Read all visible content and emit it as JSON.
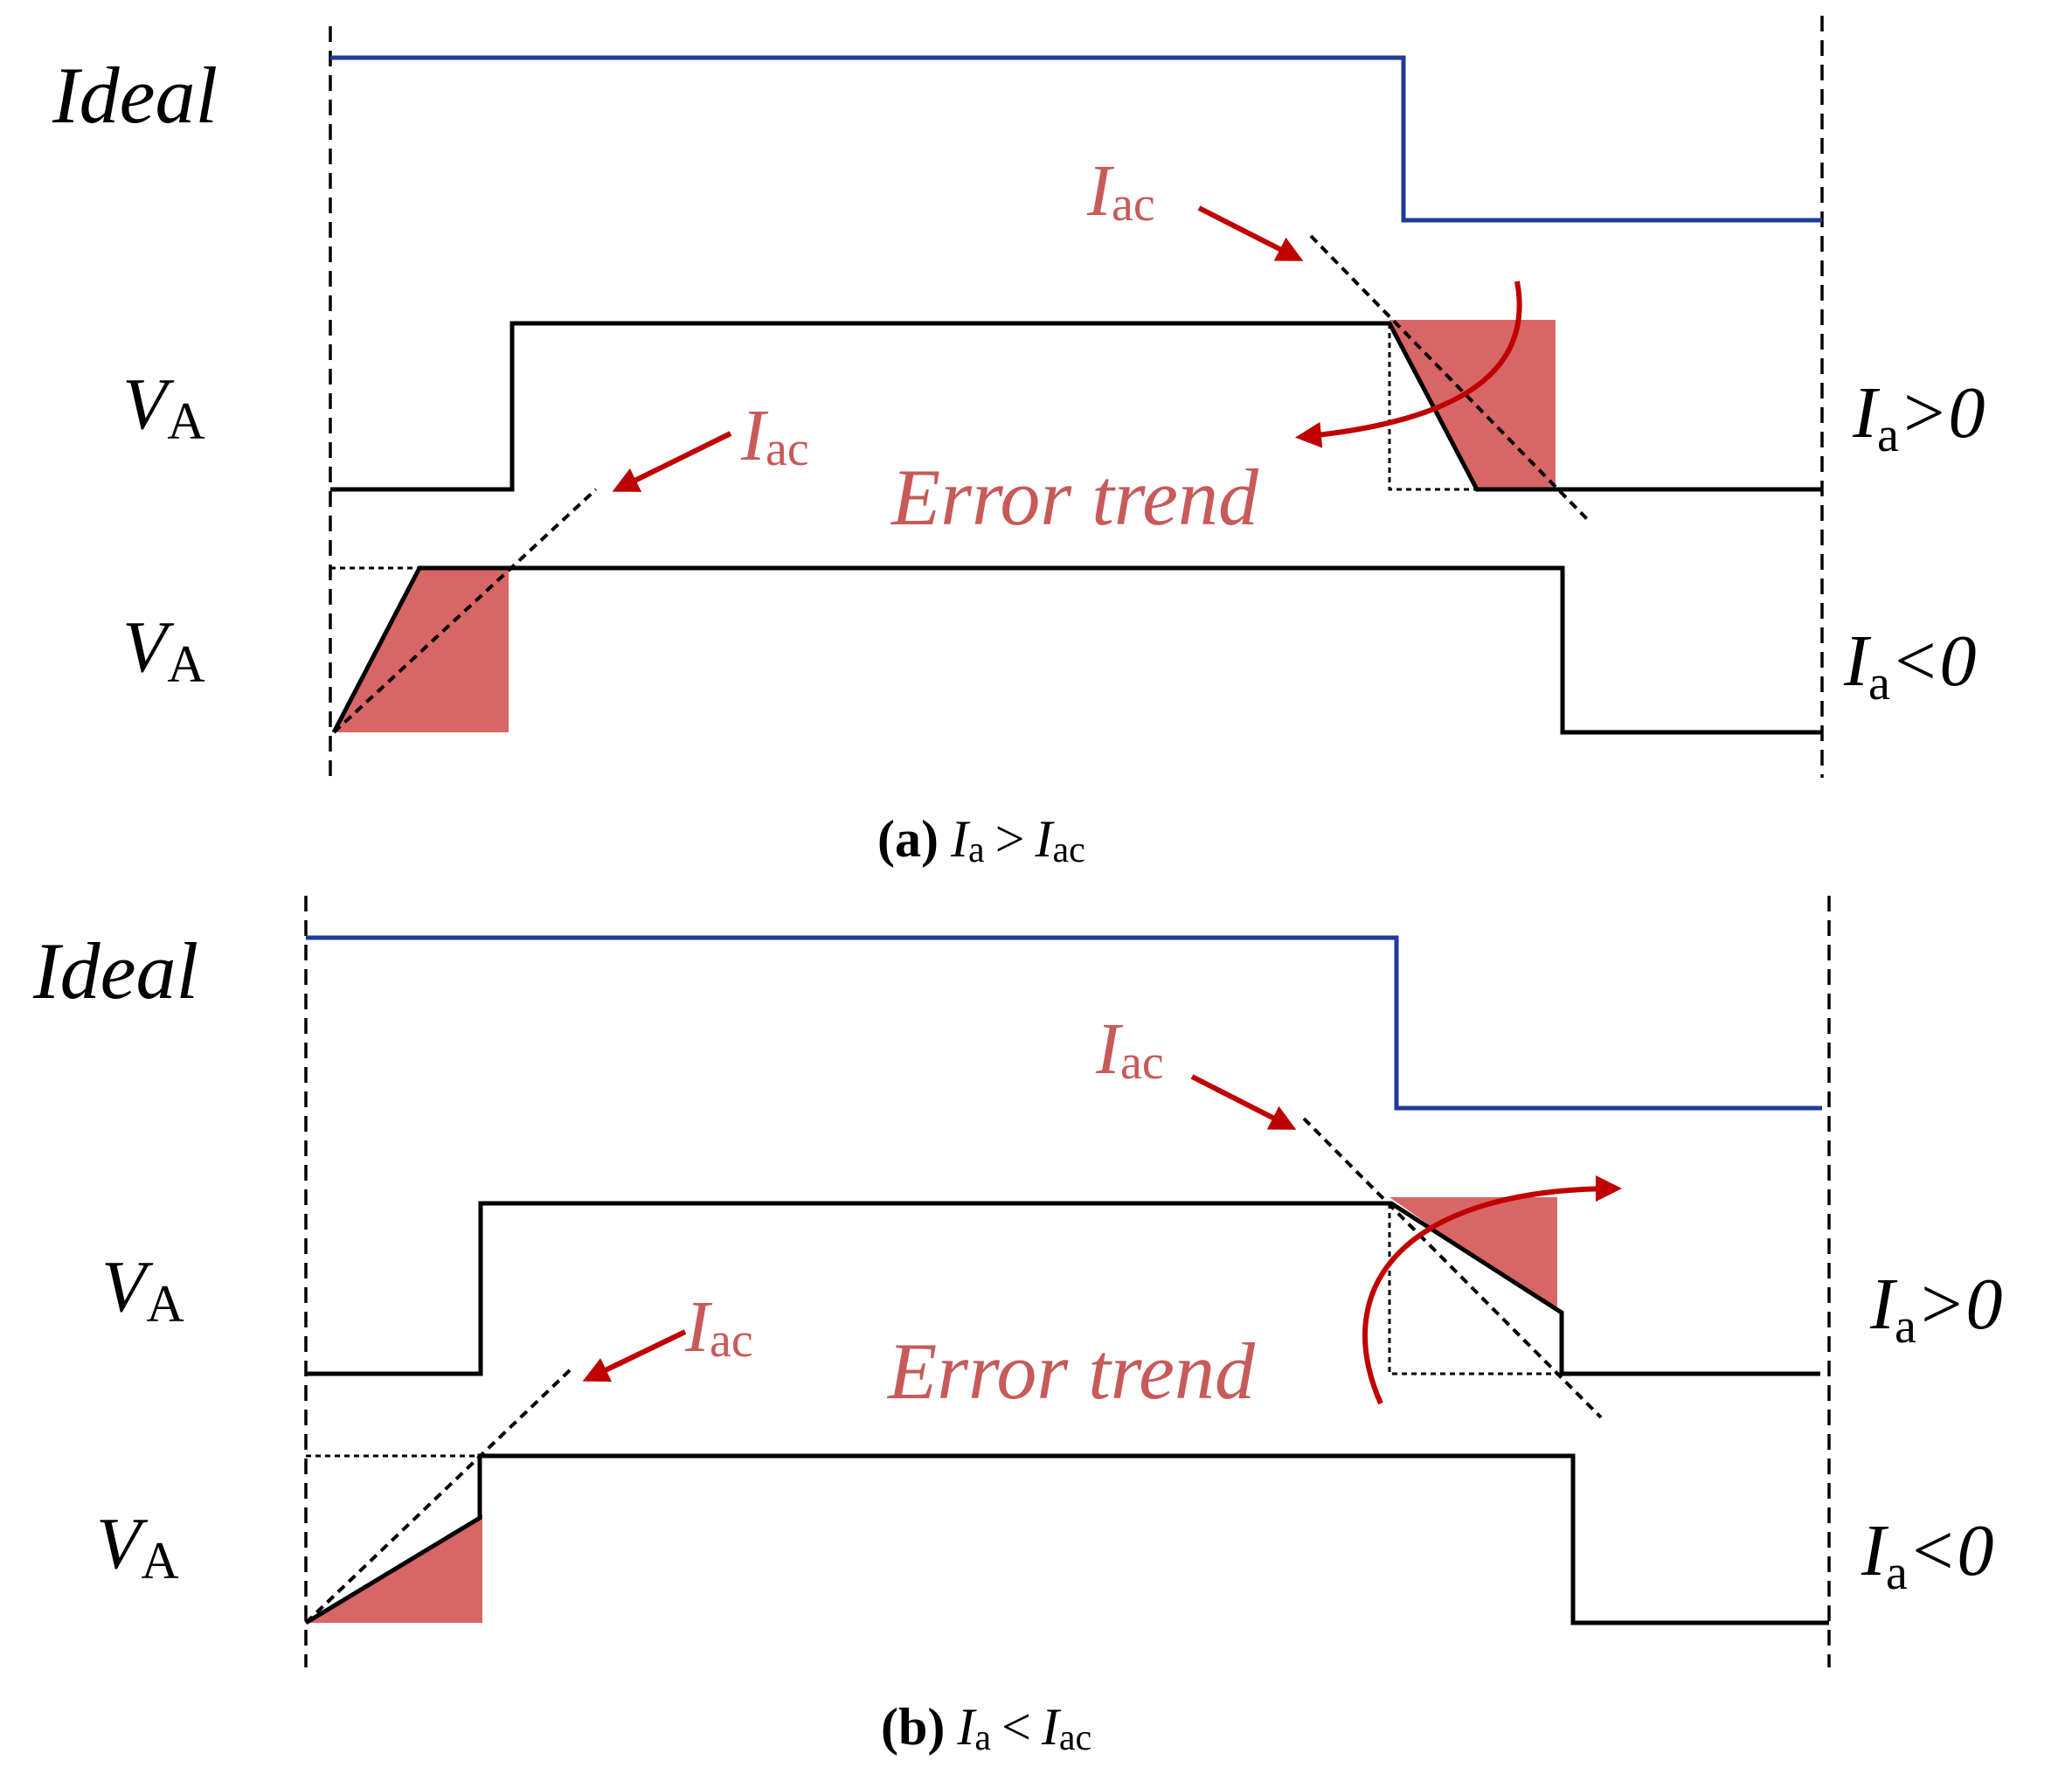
{
  "colors": {
    "ideal_wave": "#1f3c99",
    "waveform": "#000000",
    "error_fill": "#d96666",
    "annotation": "#c00000",
    "annotation_text": "#c85a5a"
  },
  "panels": [
    {
      "id": "a",
      "ideal_label": "Ideal",
      "va_label_main": "V",
      "va_label_sub": "A",
      "iac_main": "I",
      "iac_sub": "ac",
      "ia_main": "I",
      "ia_sub": "a",
      "cond_pos": ">0",
      "cond_neg": "<0",
      "error_trend": "Error trend",
      "caption_letter": "(a)",
      "caption_lhs_main": "I",
      "caption_lhs_sub": "a",
      "caption_op": ">",
      "caption_rhs_main": "I",
      "caption_rhs_sub": "ac"
    },
    {
      "id": "b",
      "ideal_label": "Ideal",
      "va_label_main": "V",
      "va_label_sub": "A",
      "iac_main": "I",
      "iac_sub": "ac",
      "ia_main": "I",
      "ia_sub": "a",
      "cond_pos": ">0",
      "cond_neg": "<0",
      "error_trend": "Error trend",
      "caption_letter": "(b)",
      "caption_lhs_main": "I",
      "caption_lhs_sub": "a",
      "caption_op": "<",
      "caption_rhs_main": "I",
      "caption_rhs_sub": "ac"
    }
  ]
}
